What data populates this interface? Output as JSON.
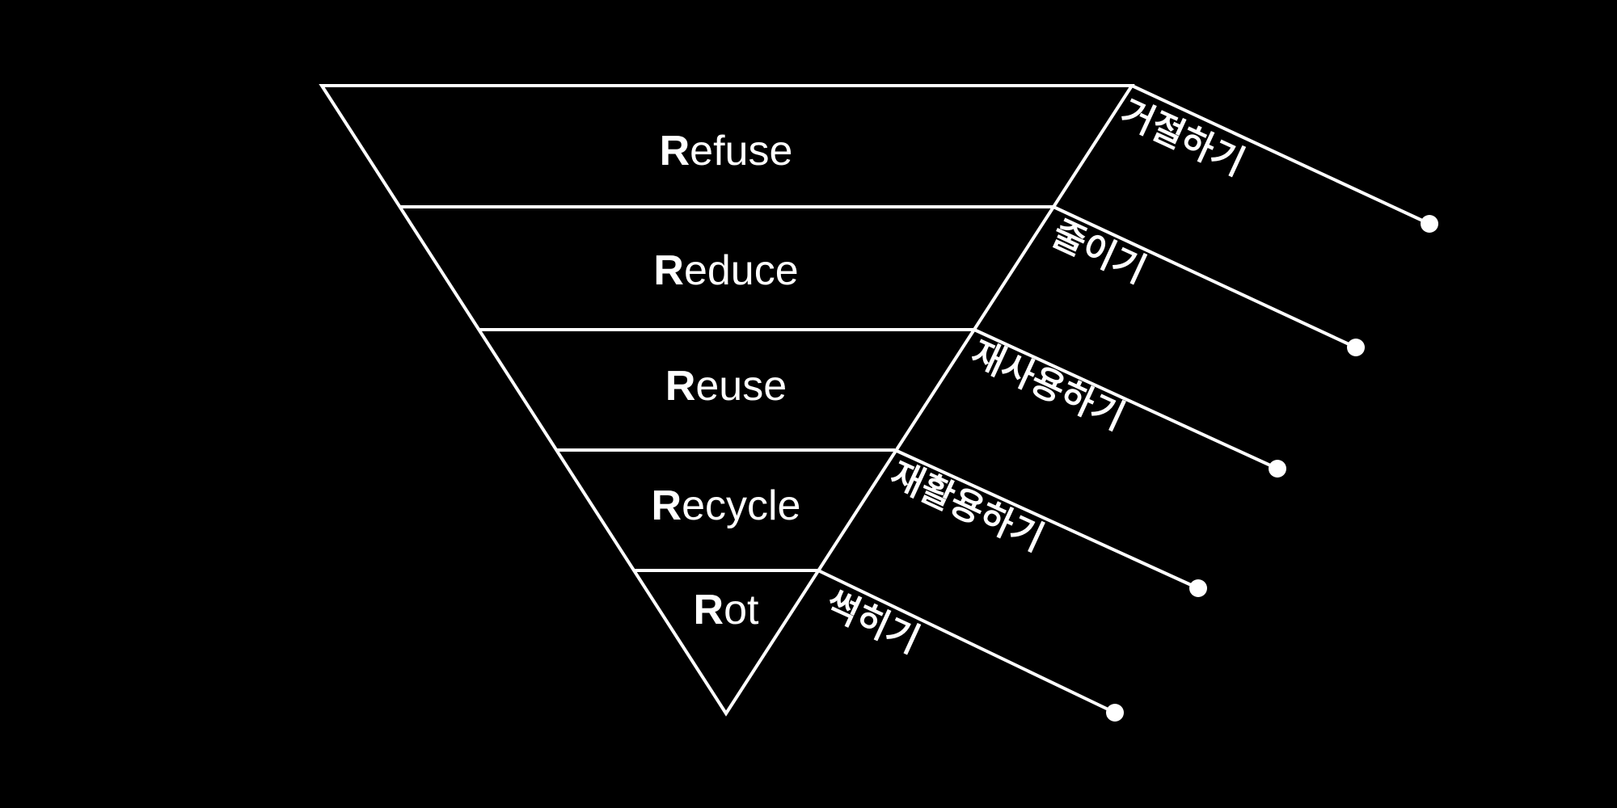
{
  "colors": {
    "background": "#000000",
    "stroke": "#ffffff",
    "text": "#ffffff"
  },
  "tiers": [
    {
      "initial": "R",
      "rest": "efuse",
      "korean": "거절하기"
    },
    {
      "initial": "R",
      "rest": "educe",
      "korean": "줄이기"
    },
    {
      "initial": "R",
      "rest": "euse",
      "korean": "재사용하기"
    },
    {
      "initial": "R",
      "rest": "ecycle",
      "korean": "재활용하기"
    },
    {
      "initial": "R",
      "rest": "ot",
      "korean": "썩히기"
    }
  ]
}
